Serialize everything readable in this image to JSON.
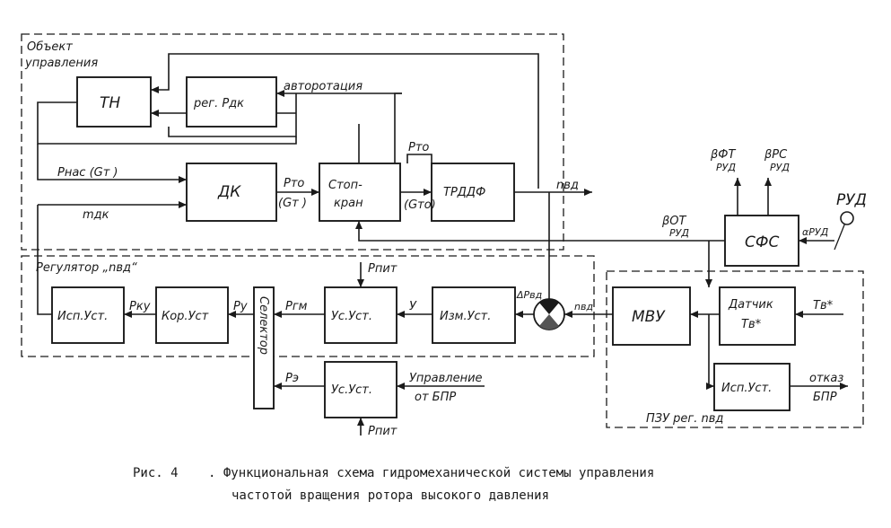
{
  "regions": {
    "control_object": "Объект управления",
    "regulator": "Регулятор „nвд“",
    "pzu": "ПЗУ рег. nвд"
  },
  "blocks": {
    "tn": "ТН",
    "reg_pdk": "рег. Рдк",
    "dk": "ДК",
    "stopkran_1": "Стоп-",
    "stopkran_2": "кран",
    "trddf": "ТРДДФ",
    "isp_ust_1": "Исп.Уст.",
    "kor_ust": "Кор.Уст",
    "selector": "Селектор",
    "us_ust_1": "Ус.Уст.",
    "izm_ust": "Изм.Уст.",
    "us_ust_2": "Ус.Уст.",
    "mvu": "МВУ",
    "sensor_1": "Датчик",
    "sensor_2": "Тв*",
    "isp_ust_2": "Исп.Уст.",
    "sfs": "СФС"
  },
  "signals": {
    "autorotation": "авторотация",
    "p_nas": "Рнас (Gт )",
    "m_dk": "mдк",
    "p_to": "Рто",
    "g_t": "(Gт )",
    "p_to_top": "Рто",
    "g_to": "(Gто)",
    "n_vd_out": "nвд",
    "p_pit_1": "Рпит",
    "y": "У",
    "delta_p_vd": "ΔРвд",
    "n_vd_in": "nвд",
    "p_gm": "Ргм",
    "p_y": "Ру",
    "p_ku": "Рку",
    "p_e": "Рэ",
    "control_1": "Управление",
    "control_2": "от БПР",
    "p_pit_2": "Рпит",
    "t_v": "Тв*",
    "otkaz_1": "отказ",
    "otkaz_2": "БПР",
    "beta_ft": "βФТ",
    "beta_ft_sub": "РУД",
    "beta_rs": "βРС",
    "beta_rs_sub": "РУД",
    "beta_ot": "βОТ",
    "beta_ot_sub": "РУД",
    "alpha_rud": "αРУД",
    "rud": "РУД"
  },
  "caption": {
    "fig": "Рис. 4",
    "line1": ". Функциональная схема гидромеханической системы управления",
    "line2": "частотой вращения ротора высокого давления"
  }
}
